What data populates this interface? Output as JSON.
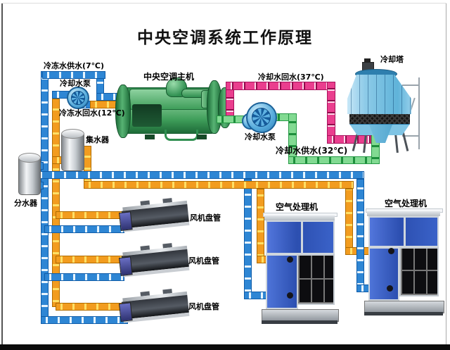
{
  "title": "中央空调系统工作原理",
  "labels": {
    "chilled_supply": "冷冻水供水(7℃)",
    "pump_left": "冷却水泵",
    "chilled_return": "冷冻水回水(12℃)",
    "chiller": "中央空调主机",
    "cooling_return": "冷却水回水(37℃)",
    "cooling_tower": "冷却塔",
    "pump_right": "冷却水泵",
    "cooling_supply": "冷却水供水(32℃)",
    "collector": "集水器",
    "distributor": "分水器",
    "fan_coil_1": "风机盘管",
    "fan_coil_2": "风机盘管",
    "fan_coil_3": "风机盘管",
    "air_handler_1": "空气处理机",
    "air_handler_2": "空气处理机"
  },
  "legend_colors": {
    "chilled_supply_pipe_blue": "#2e86d4",
    "chilled_return_pipe_orange": "#f29c1f",
    "cooling_return_pipe_pink": "#ea3e8e",
    "cooling_supply_pipe_green": "#82da92"
  }
}
